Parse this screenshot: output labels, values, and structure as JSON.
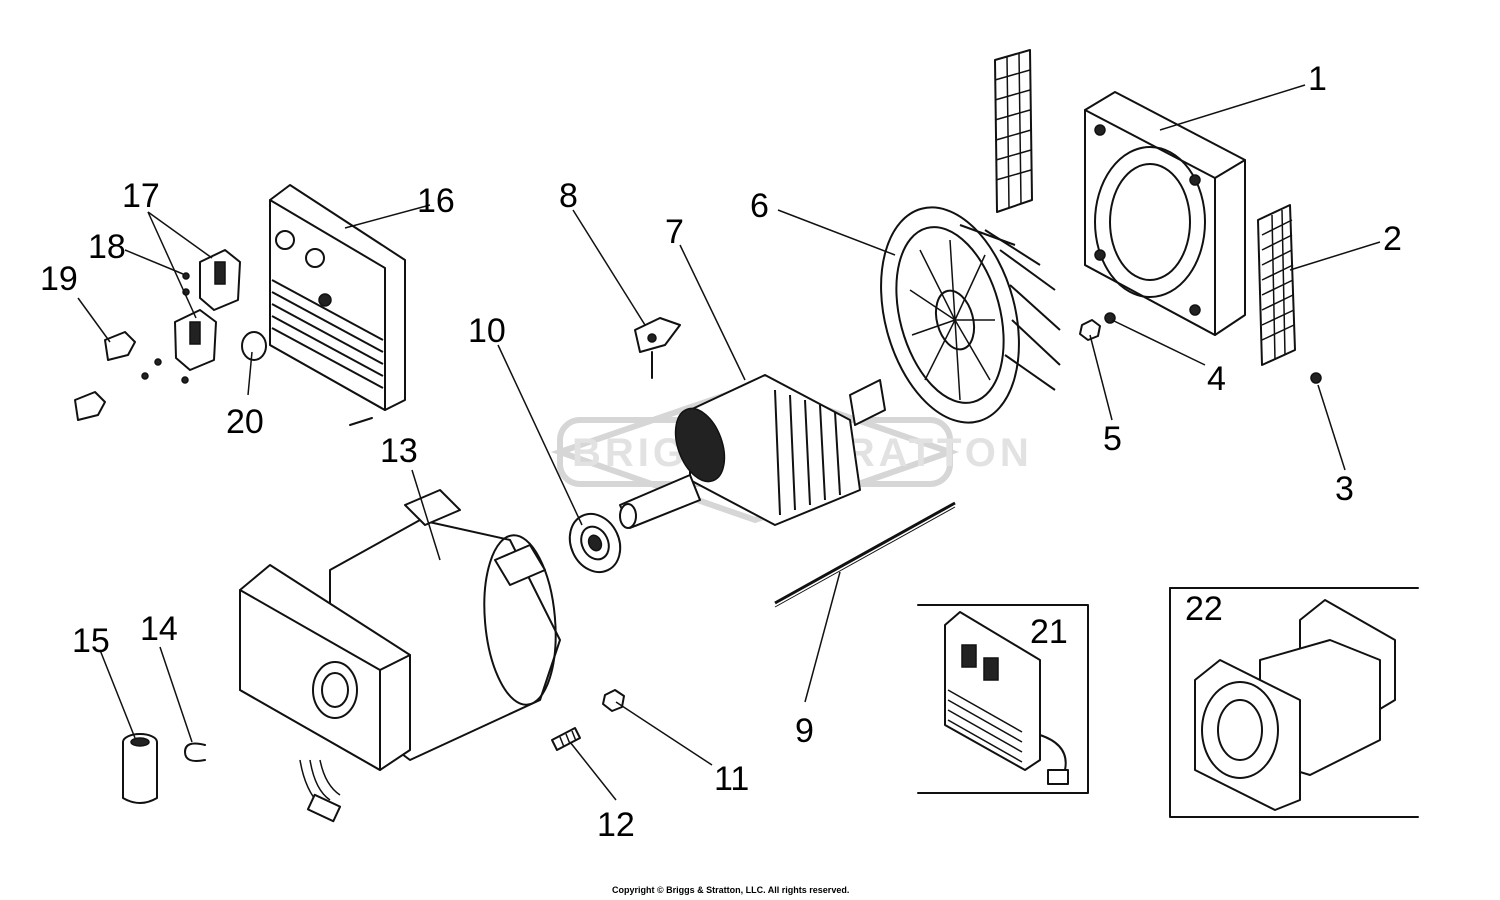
{
  "watermark": "BRIGGS & STRATTON",
  "copyright": "Copyright © Briggs & Stratton, LLC. All rights reserved.",
  "callouts": {
    "1": "1",
    "2": "2",
    "3": "3",
    "4": "4",
    "5": "5",
    "6": "6",
    "7": "7",
    "8": "8",
    "9": "9",
    "10": "10",
    "11": "11",
    "12": "12",
    "13": "13",
    "14": "14",
    "15": "15",
    "16": "16",
    "17": "17",
    "18": "18",
    "19": "19",
    "20": "20",
    "21": "21",
    "22": "22"
  }
}
